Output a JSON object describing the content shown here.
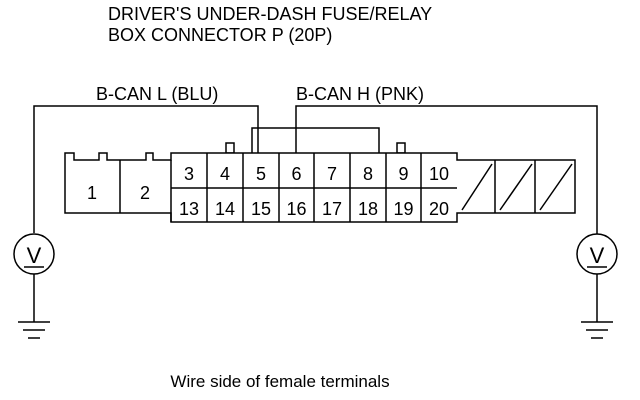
{
  "title": {
    "line1": "DRIVER'S UNDER-DASH FUSE/RELAY",
    "line2": "BOX CONNECTOR P (20P)"
  },
  "wires": {
    "left_label": "B-CAN L (BLU)",
    "right_label": "B-CAN H (PNK)"
  },
  "connector": {
    "large_terminals": [
      "1",
      "2"
    ],
    "top_row": [
      "3",
      "4",
      "5",
      "6",
      "7",
      "8",
      "9",
      "10"
    ],
    "bottom_row": [
      "13",
      "14",
      "15",
      "16",
      "17",
      "18",
      "19",
      "20"
    ]
  },
  "meters": {
    "left_symbol": "V",
    "right_symbol": "V"
  },
  "caption": "Wire side of female terminals"
}
